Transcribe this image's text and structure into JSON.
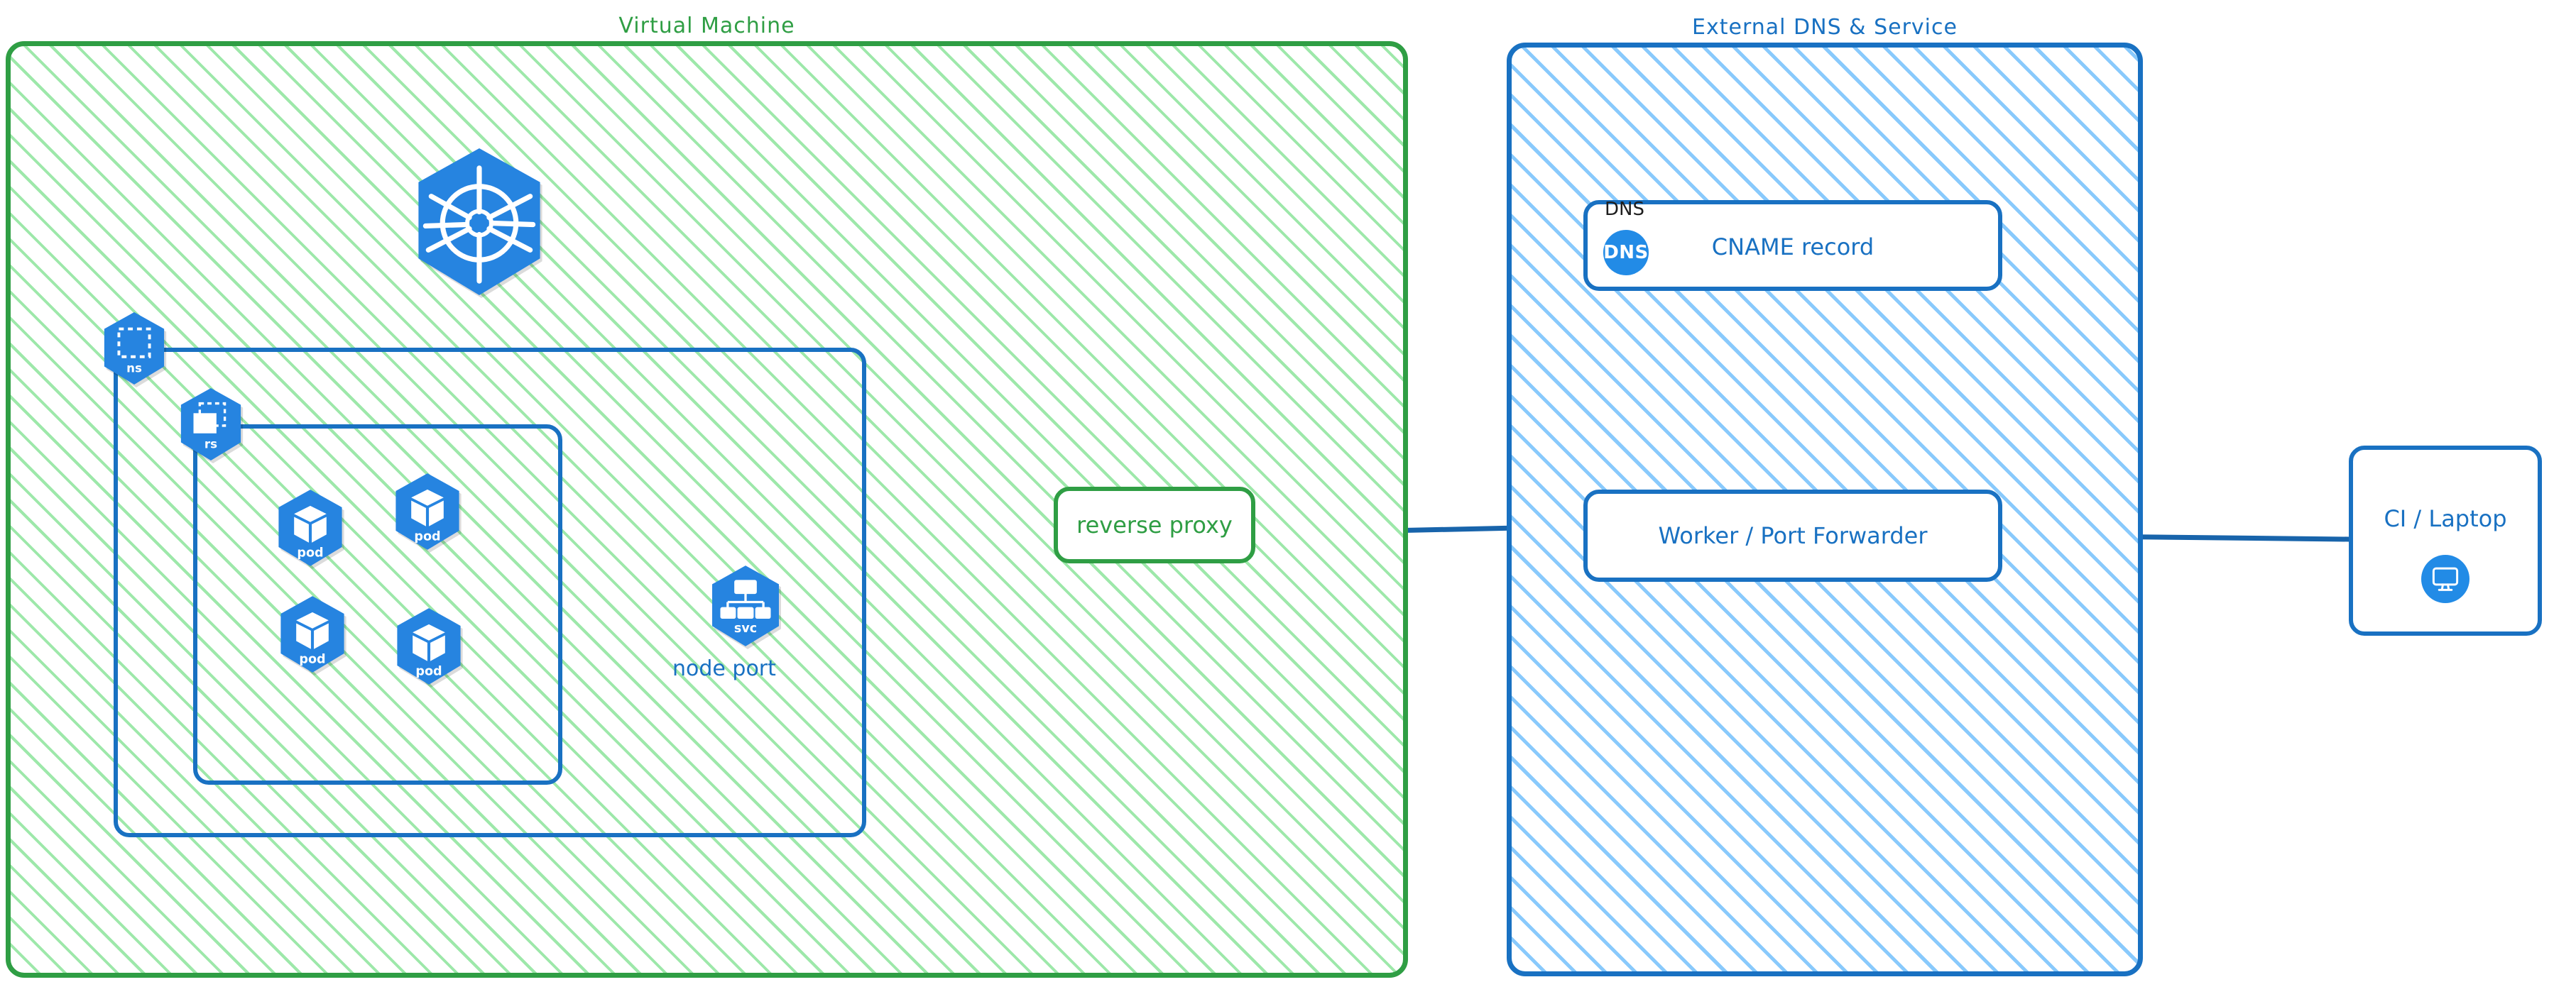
{
  "diagram": {
    "title_virtual_machine": "Virtual Machine",
    "title_external": "External DNS & Service"
  },
  "vm": {
    "label": "Virtual Machine",
    "k8s_logo_name": "kubernetes-logo",
    "namespace_badge": "ns",
    "replicaset_badge": "rs",
    "pods": [
      {
        "label": "pod"
      },
      {
        "label": "pod"
      },
      {
        "label": "pod"
      },
      {
        "label": "pod"
      }
    ],
    "service": {
      "badge": "svc",
      "caption": "node port"
    },
    "reverse_proxy": {
      "label": "reverse proxy"
    }
  },
  "external": {
    "label": "External DNS & Service",
    "dns_card": {
      "tag": "DNS",
      "icon_text": "DNS",
      "label": "CNAME record"
    },
    "worker": {
      "label": "Worker / Port Forwarder"
    }
  },
  "client": {
    "label": "CI / Laptop",
    "icon_name": "monitor-icon"
  },
  "colors": {
    "green_stroke": "#2f9e44",
    "green_hatch": "#69db7c",
    "blue_stroke": "#1971c2",
    "blue_hatch": "#74c0fc",
    "k8s_blue": "#2684e0",
    "arrow": "#1864ab",
    "black_text": "#1e1e1e"
  },
  "edges": [
    {
      "from": "node-port-service",
      "to": "pod-1",
      "arrow": "end"
    },
    {
      "from": "node-port-service",
      "to": "pod-2",
      "arrow": "end"
    },
    {
      "from": "node-port-service",
      "to": "pod-3",
      "arrow": "end"
    },
    {
      "from": "node-port-service",
      "to": "pod-4",
      "arrow": "end"
    },
    {
      "from": "reverse-proxy",
      "to": "node-port-service",
      "arrow": "end"
    },
    {
      "from": "worker-port-forwarder",
      "to": "reverse-proxy",
      "arrow": "end"
    },
    {
      "from": "ci-laptop",
      "to": "worker-port-forwarder",
      "arrow": "end"
    }
  ]
}
